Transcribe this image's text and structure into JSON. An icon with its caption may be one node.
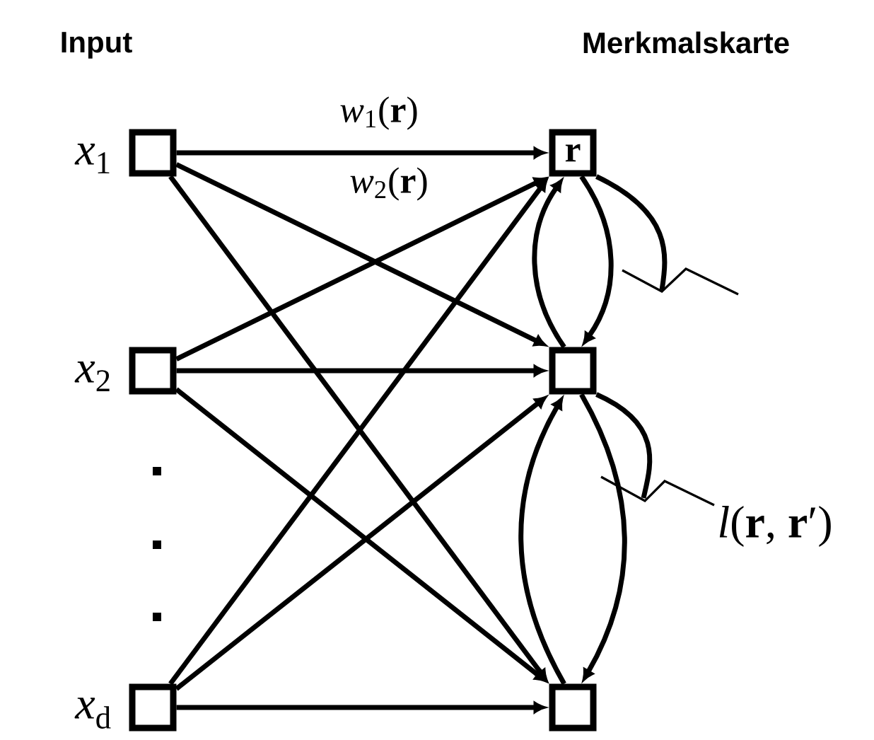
{
  "diagram": {
    "nodes": [
      {
        "text": [],
        "shape": "box",
        "beside": [
          "*x*$_{1}$"
        ]
      },
      {
        "text": [],
        "shape": "box",
        "beside": [
          "*x*$_{2}$"
        ]
      },
      {
        "text": [],
        "shape": "box",
        "beside": [
          "*x*$_{d}$"
        ]
      },
      {
        "text": [
          "**r**"
        ]
      },
      {
        "text": [],
        "shape": "box"
      },
      {
        "text": [],
        "shape": "box"
      }
    ],
    "edges": [
      {
        "from": 0,
        "to": 3,
        "arrow": "to",
        "label": "*w*$_{1}$(**r**)"
      },
      {
        "from": 0,
        "to": 4,
        "arrow": "to"
      },
      {
        "from": 0,
        "to": 5,
        "arrow": "to"
      },
      {
        "from": 1,
        "to": 3,
        "arrow": "to",
        "label": "*w*$_{2}$(**r**)"
      },
      {
        "from": 1,
        "to": 4,
        "arrow": "to"
      },
      {
        "from": 1,
        "to": 5,
        "arrow": "to"
      },
      {
        "from": 2,
        "to": 3,
        "arrow": "to"
      },
      {
        "from": 2,
        "to": 4,
        "arrow": "to"
      },
      {
        "from": 2,
        "to": 5,
        "arrow": "to"
      },
      {
        "from": 4,
        "to": 3,
        "arrow": "to"
      },
      {
        "from": 3,
        "to": 4,
        "arrow": "to"
      },
      {
        "from": 5,
        "to": 4,
        "arrow": "to"
      },
      {
        "from": 4,
        "to": 5,
        "arrow": "to"
      },
      {
        "from": 3,
        "to": null,
        "arrow": "none"
      },
      {
        "from": 4,
        "to": null,
        "arrow": "none"
      }
    ],
    "labels": [
      "Input",
      "Merkmalskarte",
      "*l*(**r**, **r**′)"
    ]
  }
}
